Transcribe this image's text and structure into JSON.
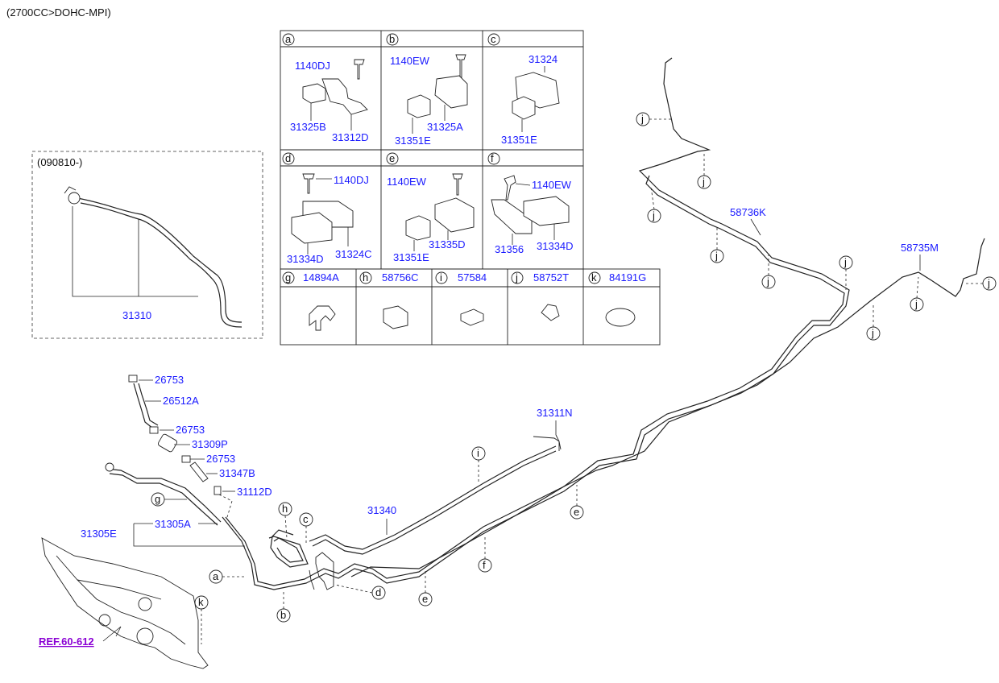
{
  "header": {
    "engine": "(2700CC>DOHC-MPI)"
  },
  "inset": {
    "date": "(090810-)",
    "part": "31310"
  },
  "table": {
    "a": {
      "letter": "a",
      "p1": "1140DJ",
      "p2": "31325B",
      "p3": "31312D"
    },
    "b": {
      "letter": "b",
      "p1": "1140EW",
      "p2": "31325A",
      "p3": "31351E"
    },
    "c": {
      "letter": "c",
      "p1": "31324",
      "p2": "31351E"
    },
    "d": {
      "letter": "d",
      "p1": "1140DJ",
      "p2": "31334D",
      "p3": "31324C"
    },
    "e": {
      "letter": "e",
      "p1": "1140EW",
      "p2": "31351E",
      "p3": "31335D"
    },
    "f": {
      "letter": "f",
      "p1": "1140EW",
      "p2": "31356",
      "p3": "31334D"
    },
    "g": {
      "letter": "g",
      "part": "14894A"
    },
    "h": {
      "letter": "h",
      "part": "58756C"
    },
    "i": {
      "letter": "i",
      "part": "57584"
    },
    "j": {
      "letter": "j",
      "part": "58752T"
    },
    "k": {
      "letter": "k",
      "part": "84191G"
    }
  },
  "parts": {
    "p26753a": "26753",
    "p26512A": "26512A",
    "p26753b": "26753",
    "p31309P": "31309P",
    "p26753c": "26753",
    "p31347B": "31347B",
    "p31112D": "31112D",
    "p31305A": "31305A",
    "p31305E": "31305E",
    "p31340": "31340",
    "p31311N": "31311N",
    "p58736K": "58736K",
    "p58735M": "58735M"
  },
  "callouts": {
    "a": "a",
    "b": "b",
    "c": "c",
    "d": "d",
    "e": "e",
    "f": "f",
    "g": "g",
    "h": "h",
    "i": "i",
    "j": "j",
    "k": "k"
  },
  "ref": "REF.60-612"
}
